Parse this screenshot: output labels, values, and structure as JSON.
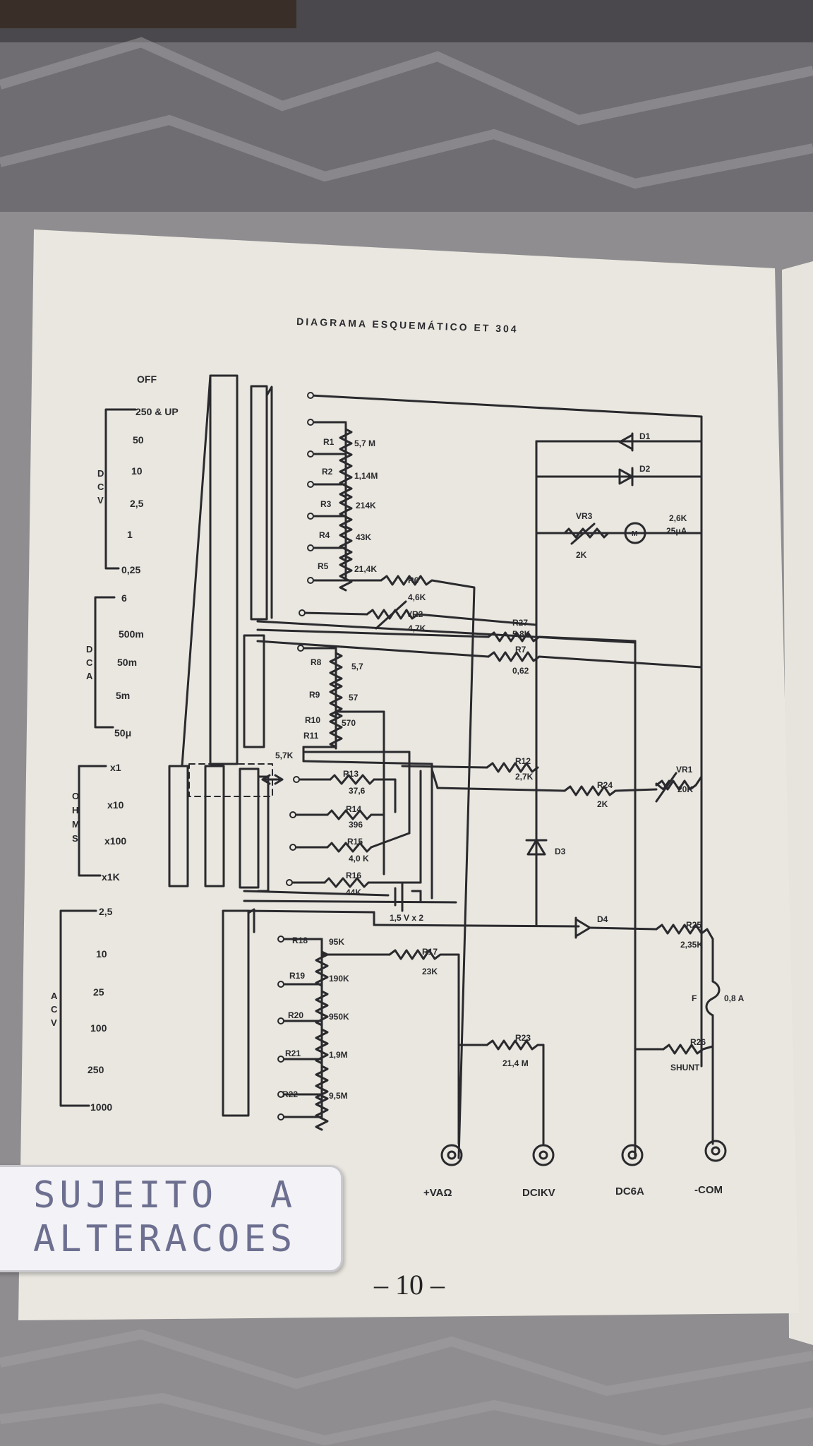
{
  "document": {
    "title": "DIAGRAMA ESQUEMÁTICO ET 304",
    "page_number": "– 10 –",
    "sticker": {
      "line1": "SUJEITO  A",
      "line2": "ALTERACOES"
    }
  },
  "switch_labels": {
    "off": "OFF",
    "dcv": {
      "group": [
        "D",
        "C",
        "V"
      ],
      "ranges": [
        "250 & UP",
        "50",
        "10",
        "2,5",
        "1",
        "0,25"
      ]
    },
    "dca": {
      "group": [
        "D",
        "C",
        "A"
      ],
      "ranges": [
        "6",
        "500m",
        "50m",
        "5m",
        "50μ"
      ]
    },
    "ohms": {
      "group": [
        "O",
        "H",
        "M",
        "S"
      ],
      "ranges": [
        "x1",
        "x10",
        "x100",
        "x1K"
      ]
    },
    "acv": {
      "group": [
        "A",
        "C",
        "V"
      ],
      "ranges": [
        "2,5",
        "10",
        "25",
        "100",
        "250",
        "1000"
      ]
    }
  },
  "components": {
    "r1": "R1",
    "r1v": "5,7 M",
    "r2": "R2",
    "r2v": "1,14M",
    "r3": "R3",
    "r3v": "214K",
    "r4": "R4",
    "r4v": "43K",
    "r5": "R5",
    "r5v": "21,4K",
    "r6": "R6",
    "r6v": "4,6K",
    "r7": "R7",
    "r7v": "0,62",
    "r8": "R8",
    "r8v": "5,7",
    "r9": "R9",
    "r9v": "57",
    "r10": "R10",
    "r10v": "570",
    "r11": "R11",
    "r11v": "5,7K",
    "r12": "R12",
    "r12v": "2,7K",
    "r13": "R13",
    "r13v": "37,6",
    "r14": "R14",
    "r14v": "396",
    "r15": "R15",
    "r15v": "4,0 K",
    "r16": "R16",
    "r16v": "44K",
    "r17": "R17",
    "r17v": "23K",
    "r18": "R18",
    "r18v": "95K",
    "r19": "R19",
    "r19v": "190K",
    "r20": "R20",
    "r20v": "950K",
    "r21": "R21",
    "r21v": "1,9M",
    "r22": "R22",
    "r22v": "9,5M",
    "r23": "R23",
    "r23v": "21,4 M",
    "r24": "R24",
    "r24v": "2K",
    "r25": "R25",
    "r25v": "2,35K",
    "r26": "R26",
    "r26v": "SHUNT",
    "r27": "R27",
    "r27v": "5,8K",
    "vr1": "VR1",
    "vr1v": "20K",
    "vr2": "VR2",
    "vr2v": "4,7K",
    "vr3": "VR3",
    "vr3v": "2K",
    "meter": "M",
    "meter_v1": "2,6K",
    "meter_v2": "25μA",
    "d1": "D1",
    "d2": "D2",
    "d3": "D3",
    "d4": "D4",
    "fuse": "F",
    "fuse_v": "0,8 A",
    "battery": "1,5 V x 2"
  },
  "terminals": [
    "+VAΩ",
    "DCIKV",
    "DC6A",
    "-COM"
  ],
  "colors": {
    "ink": "#2a2a2e",
    "paper": "#eceae3",
    "sticker_text": "#6c6f8f"
  }
}
